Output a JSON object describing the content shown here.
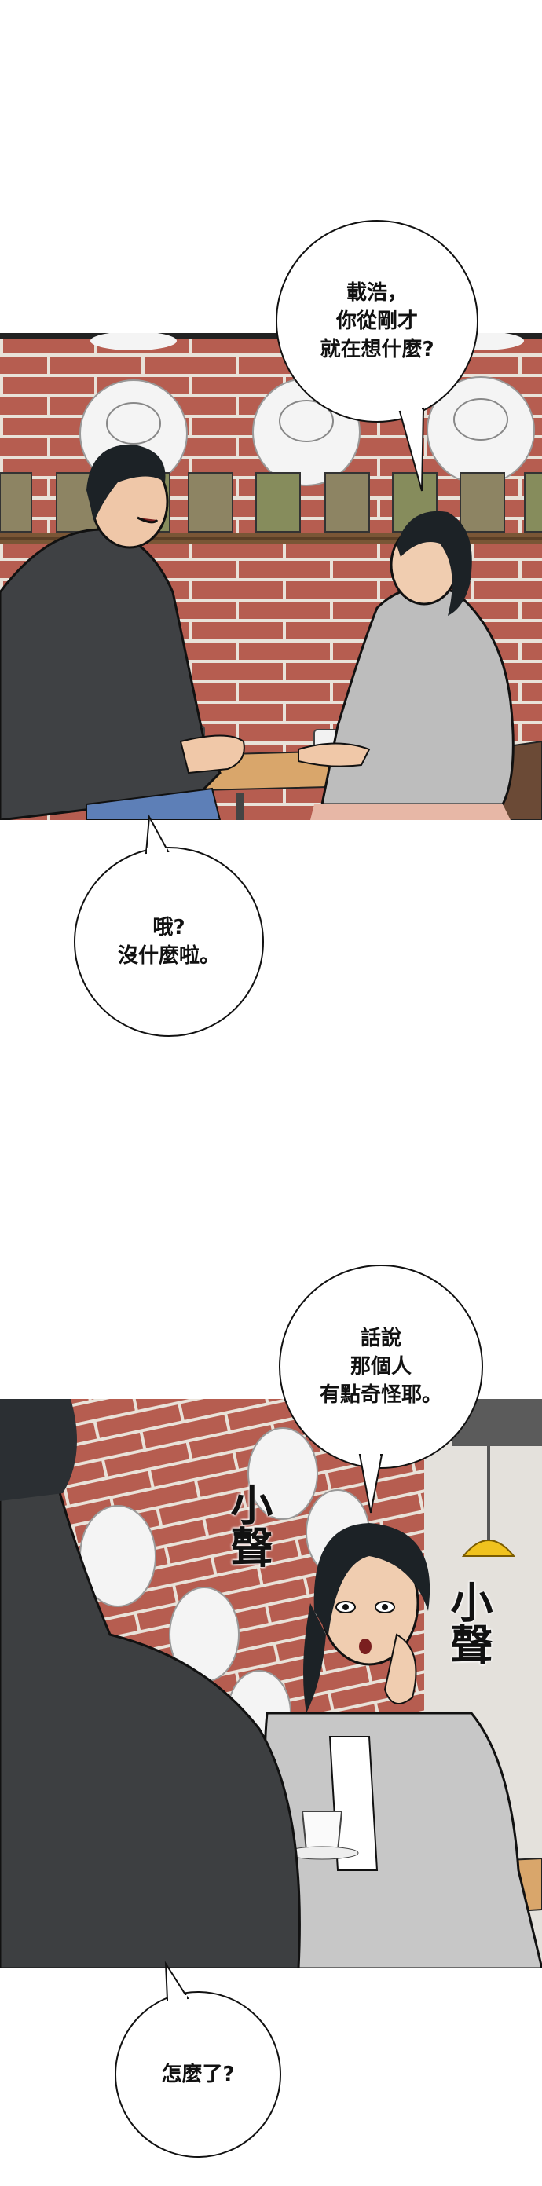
{
  "bubbles": {
    "b1": "載浩，\n你從剛才\n就在想什麼?",
    "b2": "哦?\n沒什麼啦。",
    "b3": "話說\n那個人\n有點奇怪耶。",
    "b4": "怎麼了?"
  },
  "sfx": {
    "s1": "小聲",
    "s2": "小聲"
  },
  "colors": {
    "brick": "#b65d50",
    "mortar": "#e9e2d9",
    "table": "#d9a66b",
    "jacket_man": "#3f4144",
    "jacket_woman": "#bdbdbd",
    "hair": "#1c2226"
  }
}
